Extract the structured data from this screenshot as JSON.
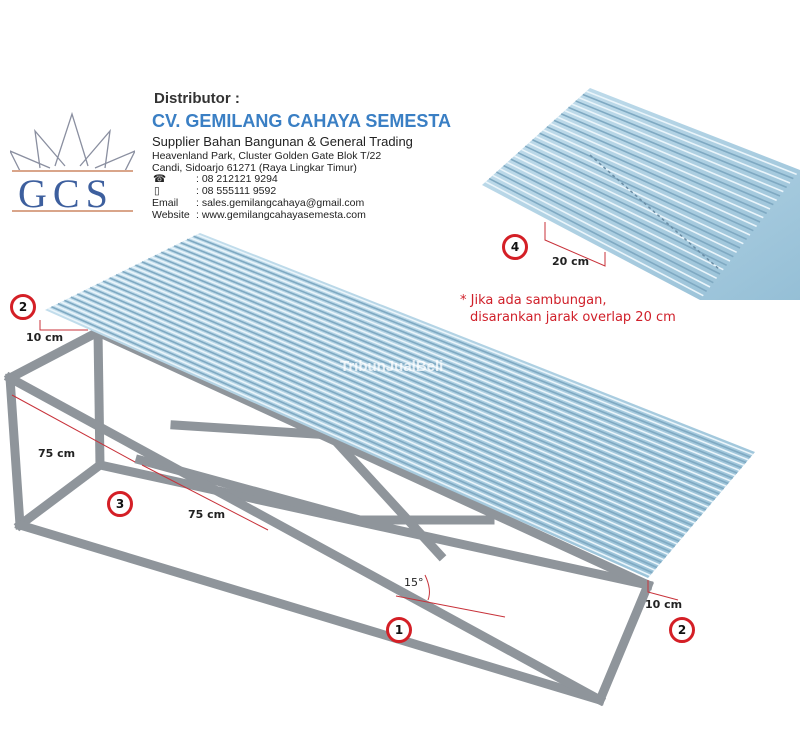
{
  "header": {
    "distributor_label": "Distributor :",
    "company_name": "CV. GEMILANG CAHAYA SEMESTA",
    "tagline": "Supplier Bahan Bangunan & General Trading",
    "address_line1": "Heavenland Park, Cluster Golden Gate Blok T/22",
    "address_line2": "Candi, Sidoarjo 61271 (Raya Lingkar Timur)",
    "phone": ": 08 212121 9294",
    "mobile": ": 08 555111 9592",
    "email_label": "Email",
    "email": ": sales.gemilangcahaya@gmail.com",
    "website_label": "Website",
    "website": ": www.gemilangcahayasemesta.com",
    "logo_text": "GCS"
  },
  "diagram": {
    "markers": [
      "1",
      "2",
      "2",
      "3",
      "4"
    ],
    "dims": {
      "overhang_left": "10 cm",
      "overhang_right": "10 cm",
      "spacing_a": "75 cm",
      "spacing_b": "75 cm",
      "angle": "15°",
      "overlap": "20 cm"
    },
    "note_line1": "* Jika ada sambungan,",
    "note_line2": "disarankan jarak overlap 20 cm",
    "watermark": "TribunJualBeli"
  },
  "colors": {
    "frame": "#9aa0a6",
    "roof": "#a9cde0",
    "accent_red": "#d41f26",
    "brand_blue": "#3a7fc4"
  }
}
